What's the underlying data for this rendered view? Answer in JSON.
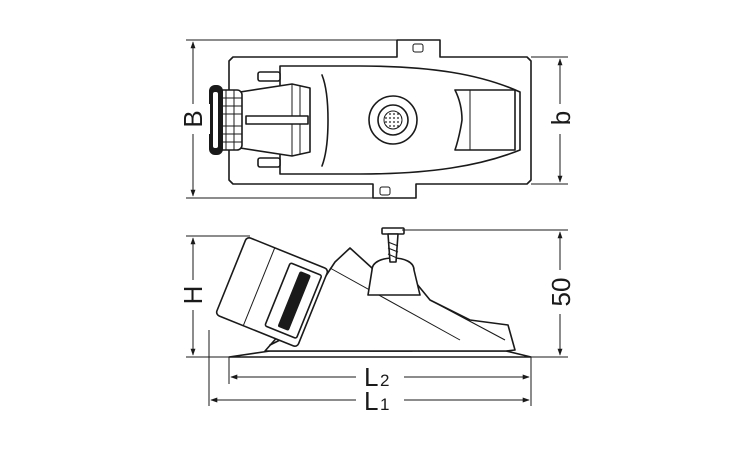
{
  "dimensions": {
    "top_view_height": "B",
    "top_view_inner_height": "b",
    "side_view_height": "H",
    "side_view_height_value": "50",
    "inner_length": {
      "letter": "L",
      "sub": "2"
    },
    "overall_length": {
      "letter": "L",
      "sub": "1"
    }
  },
  "colors": {
    "line": "#1a1a1a",
    "background": "#ffffff"
  }
}
